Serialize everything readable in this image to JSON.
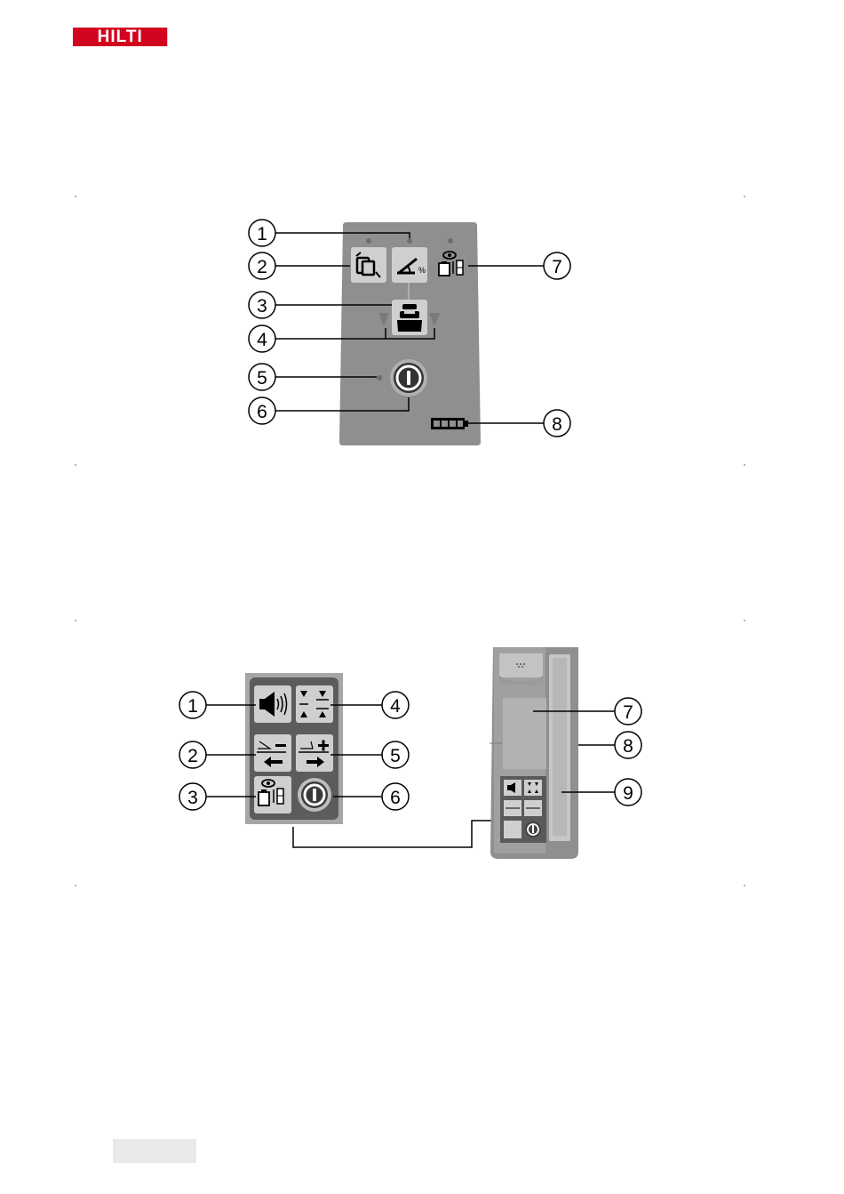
{
  "brand": {
    "logo_text": "HILTI",
    "color": "#d2051e"
  },
  "figure1": {
    "callouts": [
      "1",
      "2",
      "3",
      "4",
      "5",
      "6",
      "7",
      "8"
    ],
    "icons": [
      "tilt-icon",
      "slope-icon",
      "laser-device-icon",
      "power-icon",
      "eye-receiver-icon",
      "battery-icon"
    ]
  },
  "figure2": {
    "keypad_callouts": [
      "1",
      "2",
      "3",
      "4",
      "5",
      "6"
    ],
    "receiver_callouts": [
      "7",
      "8",
      "9"
    ],
    "icons": [
      "speaker-icon",
      "center-marker-icon",
      "slope-minus-icon",
      "slope-plus-icon",
      "eye-receiver-icon",
      "power-icon"
    ]
  },
  "colors": {
    "panel": "#8f8f8f",
    "button": "#cfcfcf",
    "line": "#000000"
  }
}
